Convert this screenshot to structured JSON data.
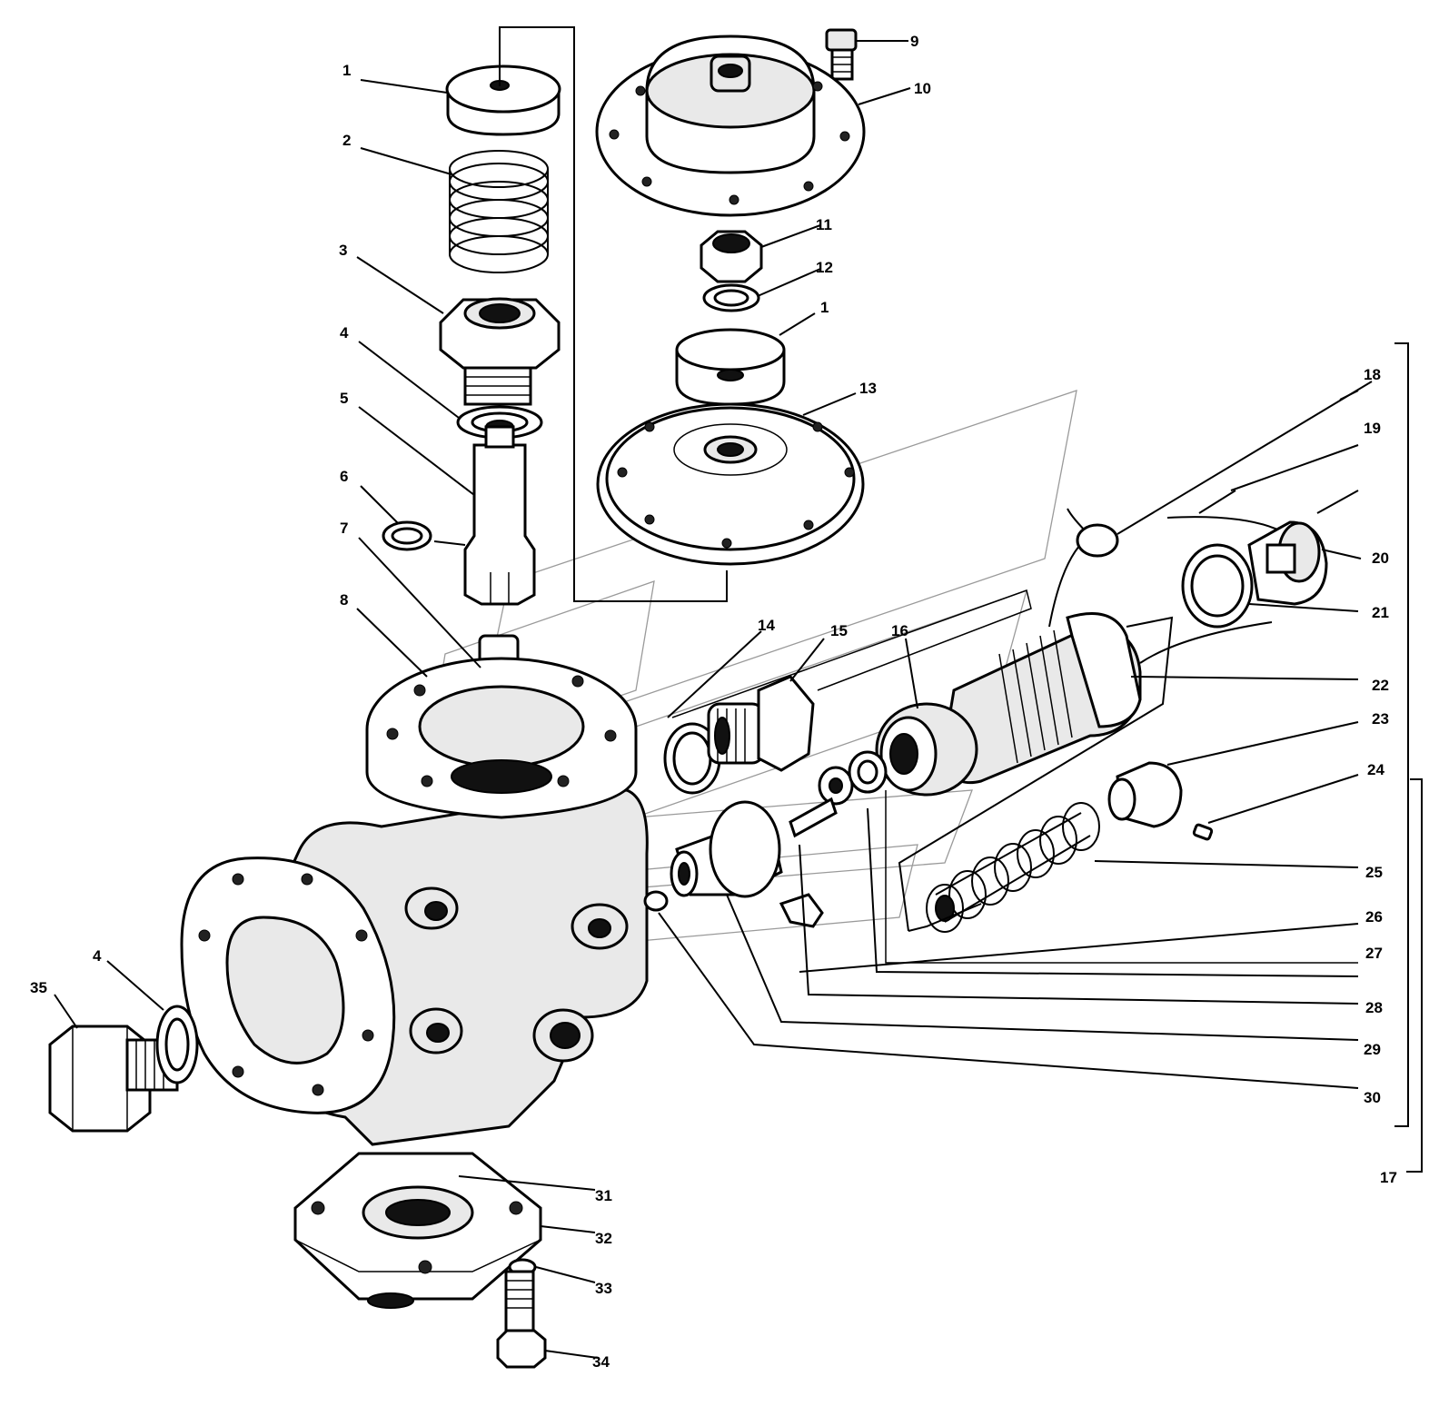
{
  "callouts": [
    {
      "text": "1"
    },
    {
      "text": "2"
    },
    {
      "text": "3"
    },
    {
      "text": "4"
    },
    {
      "text": "5"
    },
    {
      "text": "6"
    },
    {
      "text": "7"
    },
    {
      "text": "8"
    },
    {
      "text": "9"
    },
    {
      "text": "10"
    },
    {
      "text": "11"
    },
    {
      "text": "12"
    },
    {
      "text": "1"
    },
    {
      "text": "13"
    },
    {
      "text": "14"
    },
    {
      "text": "15"
    },
    {
      "text": "16"
    },
    {
      "text": "17"
    },
    {
      "text": "18"
    },
    {
      "text": "19"
    },
    {
      "text": "20"
    },
    {
      "text": "21"
    },
    {
      "text": "22"
    },
    {
      "text": "23"
    },
    {
      "text": "24"
    },
    {
      "text": "25"
    },
    {
      "text": "26"
    },
    {
      "text": "27"
    },
    {
      "text": "28"
    },
    {
      "text": "29"
    },
    {
      "text": "30"
    },
    {
      "text": "31"
    },
    {
      "text": "32"
    },
    {
      "text": "33"
    },
    {
      "text": "34"
    },
    {
      "text": "35"
    },
    {
      "text": "4"
    }
  ]
}
